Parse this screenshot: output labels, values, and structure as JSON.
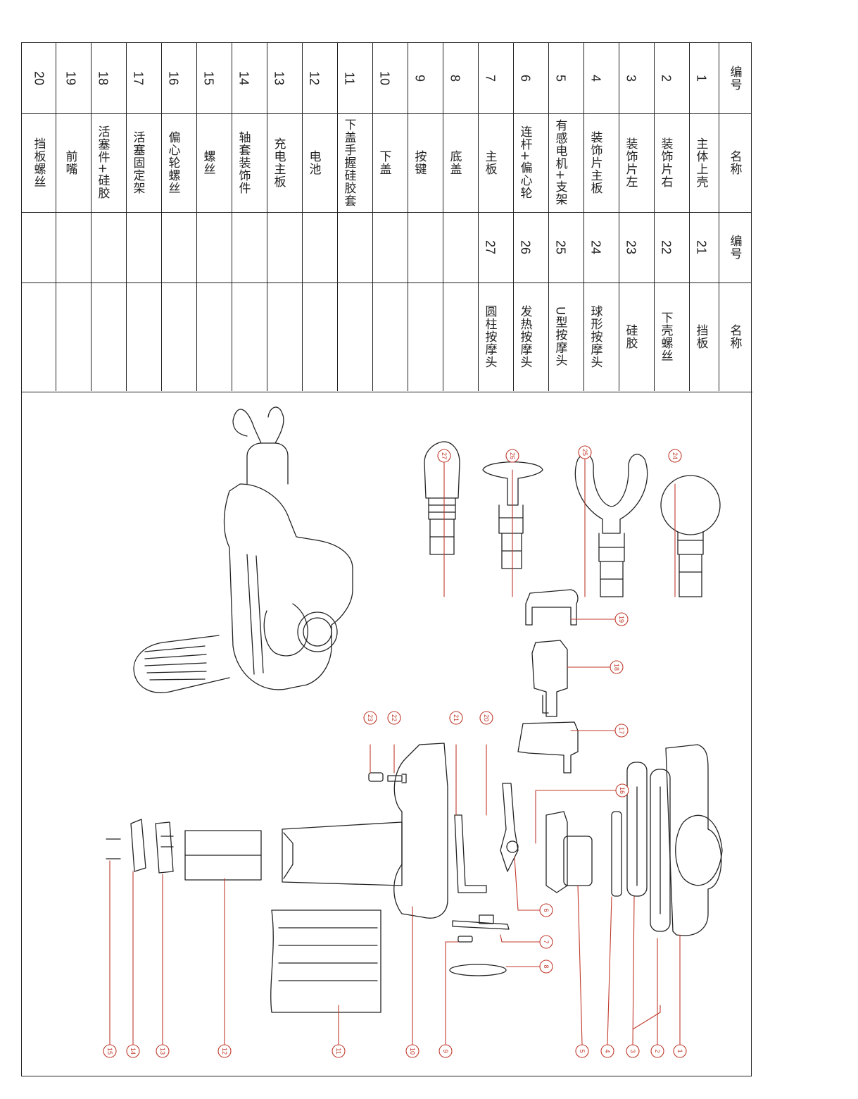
{
  "bom": {
    "header_left": {
      "number": "编号",
      "name": "名称"
    },
    "header_right": {
      "number": "编号",
      "name": "名称"
    },
    "left": [
      {
        "number": "1",
        "name": "主体上壳"
      },
      {
        "number": "2",
        "name": "装饰片右"
      },
      {
        "number": "3",
        "name": "装饰片左"
      },
      {
        "number": "4",
        "name": "装饰片主板"
      },
      {
        "number": "5",
        "name": "有感电机+支架"
      },
      {
        "number": "6",
        "name": "连杆+偏心轮"
      },
      {
        "number": "7",
        "name": "主板"
      },
      {
        "number": "8",
        "name": "底盖"
      },
      {
        "number": "9",
        "name": "按键"
      },
      {
        "number": "10",
        "name": "下盖"
      },
      {
        "number": "11",
        "name": "下盖手握硅胶套"
      },
      {
        "number": "12",
        "name": "电池"
      },
      {
        "number": "13",
        "name": "充电主板"
      },
      {
        "number": "14",
        "name": "轴套装饰件"
      },
      {
        "number": "15",
        "name": "螺丝"
      },
      {
        "number": "16",
        "name": "偏心轮螺丝"
      },
      {
        "number": "17",
        "name": "活塞固定架"
      },
      {
        "number": "18",
        "name": "活塞件+硅胶"
      },
      {
        "number": "19",
        "name": "前嘴"
      },
      {
        "number": "20",
        "name": "挡板螺丝"
      }
    ],
    "right": [
      {
        "number": "21",
        "name": "挡板"
      },
      {
        "number": "22",
        "name": "下壳螺丝"
      },
      {
        "number": "23",
        "name": "硅胶"
      },
      {
        "number": "24",
        "name": "球形按摩头"
      },
      {
        "number": "25",
        "name": "U型按摩头"
      },
      {
        "number": "26",
        "name": "发热按摩头"
      },
      {
        "number": "27",
        "name": "圆柱按摩头"
      }
    ]
  },
  "callouts": [
    "1",
    "2",
    "3",
    "4",
    "5",
    "6",
    "7",
    "8",
    "9",
    "10",
    "11",
    "12",
    "13",
    "14",
    "15",
    "16",
    "17",
    "18",
    "19",
    "20",
    "21",
    "22",
    "23",
    "24",
    "25",
    "26",
    "27"
  ],
  "colors": {
    "line": "#222222",
    "callout": "#c0392b"
  }
}
